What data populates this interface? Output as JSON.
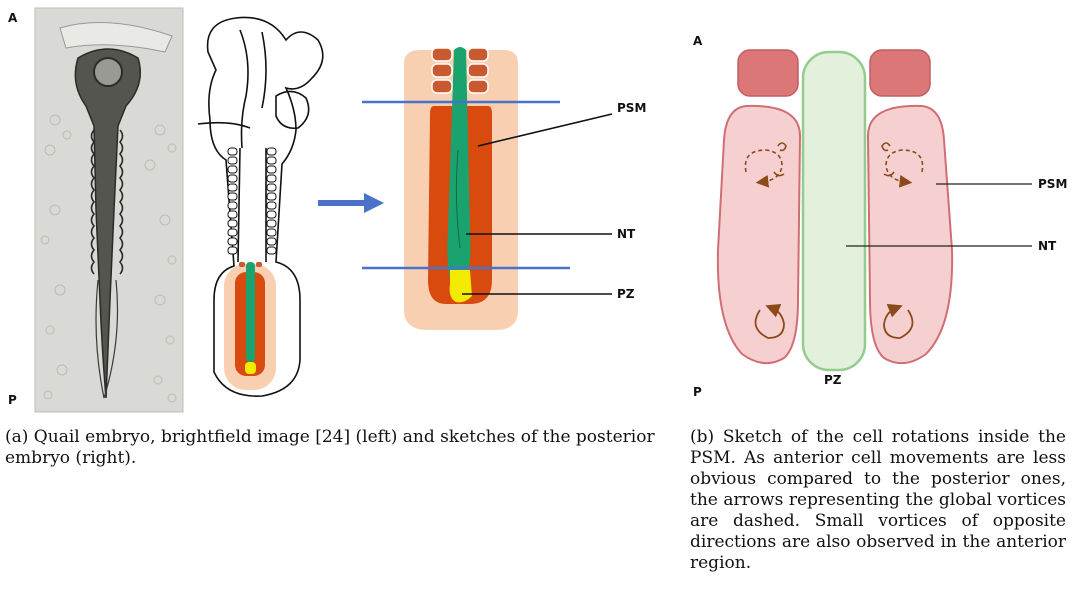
{
  "figure_a": {
    "axis_anterior": "A",
    "axis_posterior": "P",
    "labels": {
      "psm": "PSM",
      "nt": "NT",
      "pz": "PZ"
    },
    "caption": "(a) Quail embryo, brightfield image [24] (left) and sketches of the posterior embryo (right).",
    "colors": {
      "psm": "#d94a0f",
      "nt": "#1aa36e",
      "pz": "#f2ea00",
      "tissue": "#f9cfb2",
      "somite": "#c95a2f",
      "cut_line": "#4a72c9",
      "arrow": "#4a72c9"
    }
  },
  "figure_b": {
    "axis_anterior": "A",
    "axis_posterior": "P",
    "labels": {
      "psm": "PSM",
      "nt": "NT",
      "pz": "PZ"
    },
    "caption": "(b) Sketch of the cell rotations inside the PSM. As anterior cell movements are less obvious compared to the posterior ones, the arrows representing the global vortices are dashed. Small vortices of opposite directions are also observed in the anterior region.",
    "colors": {
      "psm_fill": "#f6d0d0",
      "psm_stroke": "#cf6e74",
      "nt_fill": "#e3f0dc",
      "nt_stroke": "#93cc8d",
      "somite": "#dc7777",
      "vortex": "#8b4a1a"
    }
  }
}
